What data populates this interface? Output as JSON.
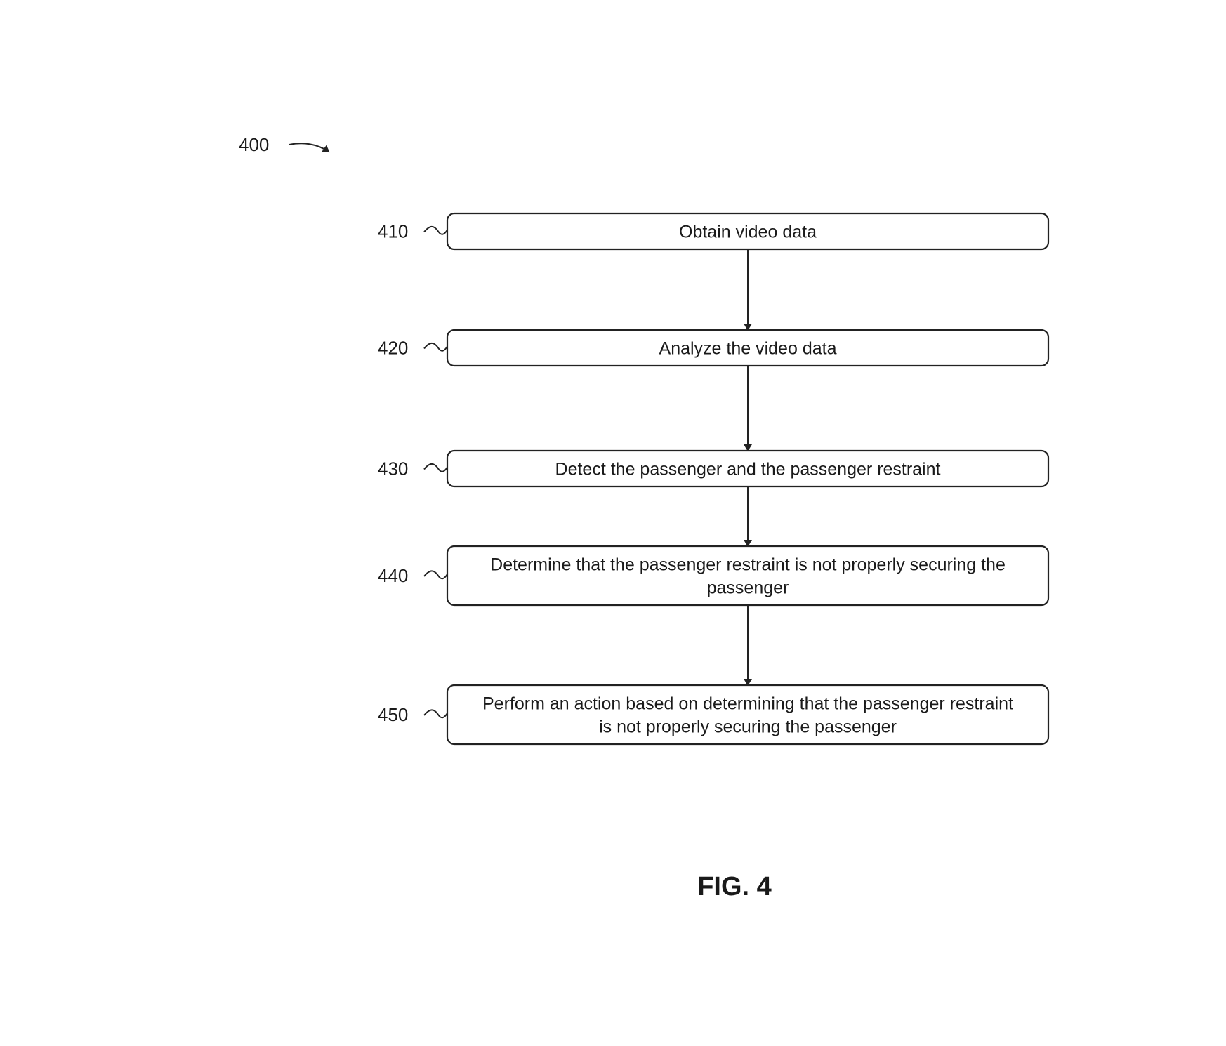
{
  "figure": {
    "ref_number": "400",
    "caption": "FIG. 4"
  },
  "steps": [
    {
      "ref": "410",
      "lines": [
        "Obtain video data"
      ]
    },
    {
      "ref": "420",
      "lines": [
        "Analyze the video data"
      ]
    },
    {
      "ref": "430",
      "lines": [
        "Detect the passenger and the passenger restraint"
      ]
    },
    {
      "ref": "440",
      "lines": [
        "Determine that the passenger restraint is not properly securing the",
        "passenger"
      ]
    },
    {
      "ref": "450",
      "lines": [
        "Perform an action based on determining that the passenger restraint",
        "is not properly securing the passenger"
      ]
    }
  ]
}
